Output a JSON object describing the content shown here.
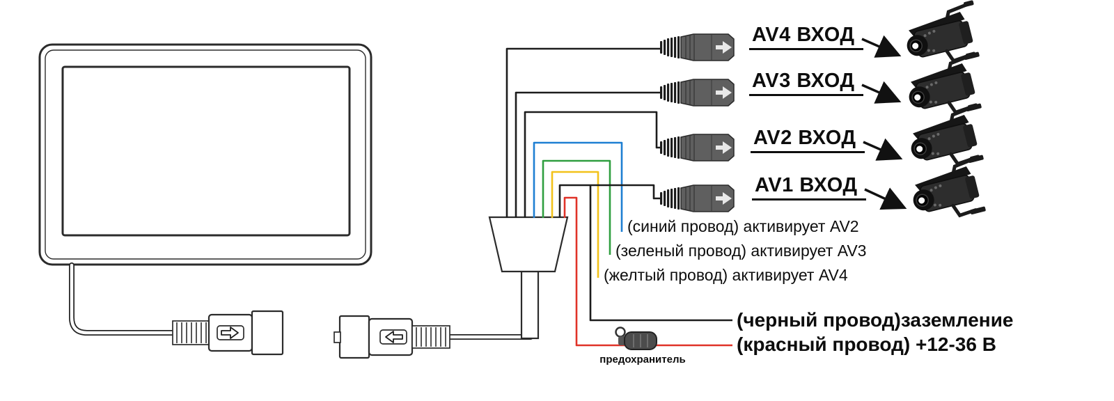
{
  "labels": {
    "av4_input": "AV4 ВХОД",
    "av3_input": "AV3 ВХОД",
    "av2_input": "AV2 ВХОД",
    "av1_input": "AV1 ВХОД",
    "blue_wire_note": "(синий провод) активирует AV2",
    "green_wire_note": "(зеленый провод) активирует AV3",
    "yellow_wire_note": "(желтый провод) активирует AV4",
    "ground_wire_note": "(черный провод)заземление",
    "power_wire_note": "(красный провод) +12-36 В",
    "fuse_label": "предохранитель"
  },
  "colors": {
    "wire_blue": "#1e7fd2",
    "wire_green": "#2f9e3f",
    "wire_yellow": "#f2c21a",
    "wire_red": "#e03228",
    "wire_black": "#1c1c1c"
  },
  "icons": {
    "camera": "camera-icon",
    "av_plug": "av-plug-icon",
    "fuse": "fuse-icon",
    "arrow": "arrow-icon",
    "plug_direction_male": "right-arrow",
    "plug_direction_female": "left-arrow"
  }
}
